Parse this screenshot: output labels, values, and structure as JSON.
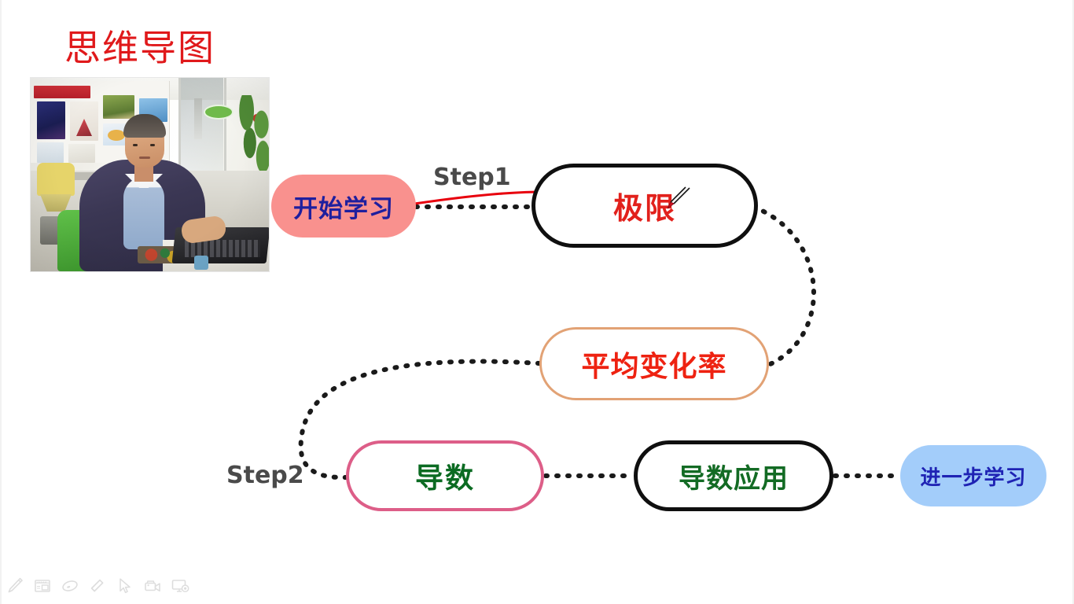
{
  "slide": {
    "title": "思维导图",
    "title_color": "#e0191b",
    "background": "#ffffff"
  },
  "webcam": {
    "label": "presenter-video",
    "description": "讲师视频画面"
  },
  "mindmap": {
    "step_labels": [
      {
        "id": "step1",
        "text": "Step1",
        "color": "#4a4a4a"
      },
      {
        "id": "step2",
        "text": "Step2",
        "color": "#4a4a4a"
      }
    ],
    "nodes": [
      {
        "id": "start",
        "text": "开始学习",
        "shape": "pill",
        "fill": "#f9918e",
        "border": "none",
        "text_color": "#1f1f9e"
      },
      {
        "id": "limit",
        "text": "极限",
        "shape": "pill",
        "fill": "#ffffff",
        "border": "#0f0f0f",
        "text_color": "#e2211c"
      },
      {
        "id": "avgrate",
        "text": "平均变化率",
        "shape": "pill",
        "fill": "#ffffff",
        "border": "#e2a275",
        "text_color": "#ee2211"
      },
      {
        "id": "derivative",
        "text": "导数",
        "shape": "pill",
        "fill": "#ffffff",
        "border": "#dd5e88",
        "text_color": "#0b6b22"
      },
      {
        "id": "derivative_app",
        "text": "导数应用",
        "shape": "pill",
        "fill": "#ffffff",
        "border": "#0f0f0f",
        "text_color": "#136b24"
      },
      {
        "id": "further",
        "text": "进一步学习",
        "shape": "pill",
        "fill": "#a3cdfa",
        "border": "none",
        "text_color": "#1f23b4"
      }
    ],
    "connectors": [
      {
        "from": "start",
        "to": "limit",
        "style": "dotted",
        "color": "#1a1a1a"
      },
      {
        "from": "limit",
        "to": "avgrate",
        "style": "dotted-curve",
        "color": "#1a1a1a"
      },
      {
        "from": "avgrate",
        "to": "derivative",
        "style": "dotted-curve",
        "color": "#1a1a1a"
      },
      {
        "from": "derivative",
        "to": "derivative_app",
        "style": "dotted",
        "color": "#1a1a1a"
      },
      {
        "from": "derivative_app",
        "to": "further",
        "style": "dotted",
        "color": "#1a1a1a"
      }
    ],
    "ink_annotations": [
      {
        "id": "red-stroke-1",
        "color": "#e8000d",
        "description": "红色手写笔迹横线"
      }
    ]
  },
  "toolbar": {
    "items": [
      {
        "id": "pen",
        "icon": "pen-icon",
        "label": "画笔"
      },
      {
        "id": "whiteboard",
        "icon": "whiteboard-icon",
        "label": "白板"
      },
      {
        "id": "shape",
        "icon": "ellipse-icon",
        "label": "形状"
      },
      {
        "id": "eraser",
        "icon": "eraser-icon",
        "label": "橡皮擦"
      },
      {
        "id": "select",
        "icon": "cursor-icon",
        "label": "选择"
      },
      {
        "id": "camera",
        "icon": "video-camera-icon",
        "label": "摄像头"
      },
      {
        "id": "screen",
        "icon": "screen-record-icon",
        "label": "录屏"
      }
    ]
  },
  "cursor": {
    "type": "pen-cursor",
    "tip_color": "#d81122"
  }
}
